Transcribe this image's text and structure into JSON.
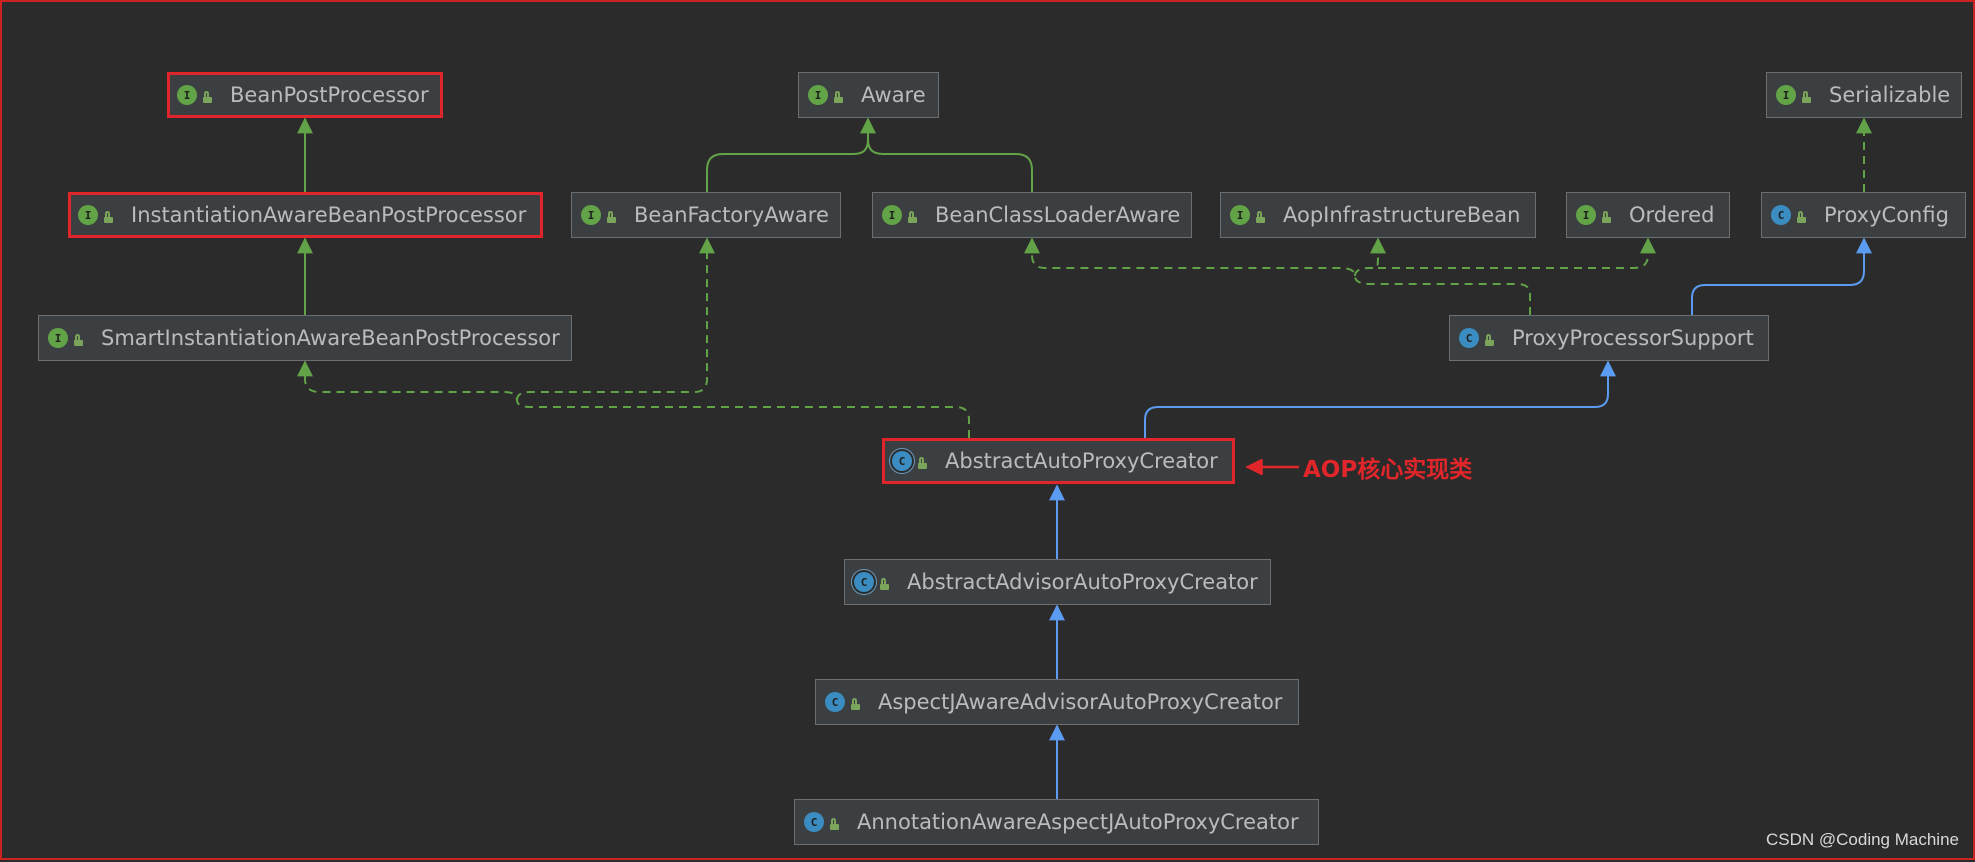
{
  "nodes": {
    "bean_post_processor": {
      "label": "BeanPostProcessor",
      "kind": "interface",
      "highlighted": true
    },
    "aware": {
      "label": "Aware",
      "kind": "interface"
    },
    "serializable": {
      "label": "Serializable",
      "kind": "interface"
    },
    "instantiation_aware_bpp": {
      "label": "InstantiationAwareBeanPostProcessor",
      "kind": "interface",
      "highlighted": true
    },
    "bean_factory_aware": {
      "label": "BeanFactoryAware",
      "kind": "interface"
    },
    "bean_class_loader_aware": {
      "label": "BeanClassLoaderAware",
      "kind": "interface"
    },
    "aop_infrastructure_bean": {
      "label": "AopInfrastructureBean",
      "kind": "interface"
    },
    "ordered": {
      "label": "Ordered",
      "kind": "interface"
    },
    "proxy_config": {
      "label": "ProxyConfig",
      "kind": "class"
    },
    "smart_instantiation_aware_bpp": {
      "label": "SmartInstantiationAwareBeanPostProcessor",
      "kind": "interface"
    },
    "proxy_processor_support": {
      "label": "ProxyProcessorSupport",
      "kind": "class"
    },
    "abstract_auto_proxy_creator": {
      "label": "AbstractAutoProxyCreator",
      "kind": "abstract-class",
      "highlighted": true
    },
    "abstract_advisor_auto_proxy_creator": {
      "label": "AbstractAdvisorAutoProxyCreator",
      "kind": "abstract-class"
    },
    "aspectj_aware_advisor_auto_proxy_creator": {
      "label": "AspectJAwareAdvisorAutoProxyCreator",
      "kind": "class"
    },
    "annotation_aware_aspectj_auto_proxy_creator": {
      "label": "AnnotationAwareAspectJAutoProxyCreator",
      "kind": "class"
    }
  },
  "badges": {
    "interface": "I",
    "class": "C",
    "abstract-class": "C"
  },
  "annotation": {
    "text": "AOP核心实现类"
  },
  "watermark": {
    "text": "CSDN @Coding Machine"
  },
  "colors": {
    "extends_edge": "#5b9bf0",
    "implements_edge": "#62a348",
    "highlight": "#e0262a",
    "background": "#2b2b2b",
    "node_fill": "#3c3f41"
  },
  "edges": [
    {
      "from": "instantiation_aware_bpp",
      "to": "bean_post_processor",
      "type": "extends-interface"
    },
    {
      "from": "smart_instantiation_aware_bpp",
      "to": "instantiation_aware_bpp",
      "type": "extends-interface"
    },
    {
      "from": "bean_factory_aware",
      "to": "aware",
      "type": "extends-interface"
    },
    {
      "from": "bean_class_loader_aware",
      "to": "aware",
      "type": "extends-interface"
    },
    {
      "from": "proxy_config",
      "to": "serializable",
      "type": "implements"
    },
    {
      "from": "abstract_auto_proxy_creator",
      "to": "smart_instantiation_aware_bpp",
      "type": "implements"
    },
    {
      "from": "abstract_auto_proxy_creator",
      "to": "bean_factory_aware",
      "type": "implements"
    },
    {
      "from": "proxy_processor_support",
      "to": "bean_class_loader_aware",
      "type": "implements"
    },
    {
      "from": "proxy_processor_support",
      "to": "aop_infrastructure_bean",
      "type": "implements"
    },
    {
      "from": "proxy_processor_support",
      "to": "ordered",
      "type": "implements"
    },
    {
      "from": "proxy_processor_support",
      "to": "proxy_config",
      "type": "extends"
    },
    {
      "from": "abstract_auto_proxy_creator",
      "to": "proxy_processor_support",
      "type": "extends"
    },
    {
      "from": "abstract_advisor_auto_proxy_creator",
      "to": "abstract_auto_proxy_creator",
      "type": "extends"
    },
    {
      "from": "aspectj_aware_advisor_auto_proxy_creator",
      "to": "abstract_advisor_auto_proxy_creator",
      "type": "extends"
    },
    {
      "from": "annotation_aware_aspectj_auto_proxy_creator",
      "to": "aspectj_aware_advisor_auto_proxy_creator",
      "type": "extends"
    }
  ]
}
